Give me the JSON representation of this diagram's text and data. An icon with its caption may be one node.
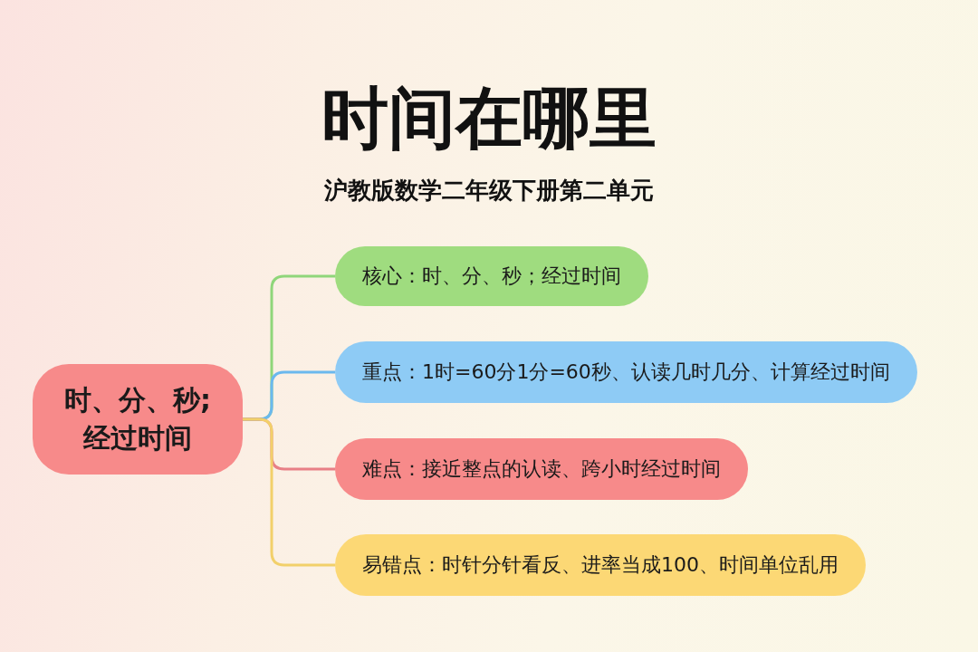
{
  "diagram": {
    "title": "时间在哪里",
    "caption": "沪教版数学二年级下册第二单元",
    "nodes": [
      {
        "text": [
          "时、分、秒; 经过时间"
        ]
      },
      {
        "text": [
          "核心：时、分、秒；经过时间"
        ]
      },
      {
        "text": [
          "重点：1时=60分1分=60秒、认读几时几分、计算经过时间"
        ]
      },
      {
        "text": [
          "难点：接近整点的认读、跨小时经过时间"
        ]
      },
      {
        "text": [
          "易错点：时针分针看反、进率当成100、时间单位乱用"
        ]
      }
    ],
    "edges": [
      {
        "from": 0,
        "to": 1,
        "arrow": "none",
        "color": "#8fd67a"
      },
      {
        "from": 0,
        "to": 2,
        "arrow": "none",
        "color": "#6bb8ee"
      },
      {
        "from": 0,
        "to": 3,
        "arrow": "none",
        "color": "#e87f86"
      },
      {
        "from": 0,
        "to": 4,
        "arrow": "none",
        "color": "#f2d06a"
      }
    ]
  }
}
